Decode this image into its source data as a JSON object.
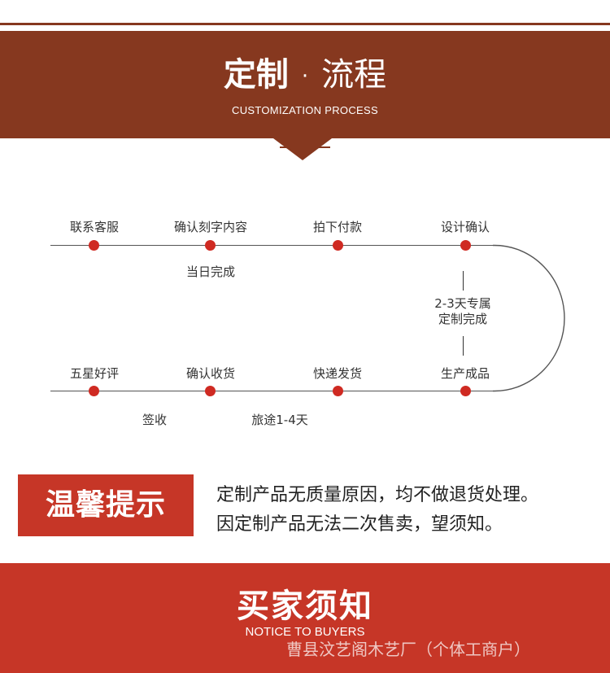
{
  "header": {
    "title_bold": "定制",
    "title_sep": "·",
    "title_light": "流程",
    "subtitle": "CUSTOMIZATION  PROCESS"
  },
  "flow": {
    "top_steps": [
      "联系客服",
      "确认刻字内容",
      "拍下付款",
      "设计确认"
    ],
    "bottom_steps": [
      "五星好评",
      "确认收货",
      "快递发货",
      "生产成品"
    ],
    "note_same_day": "当日完成",
    "note_custom_line1": "2-3天专属",
    "note_custom_line2": "定制完成",
    "note_sign": "签收",
    "note_transit": "旅途1-4天",
    "dot_color": "#cf2a22"
  },
  "notice": {
    "title": "温馨提示",
    "line1": "定制产品无质量原因，均不做退货处理。",
    "line2": "因定制产品无法二次售卖，望须知。"
  },
  "footer": {
    "title": "买家须知",
    "subtitle": "NOTICE TO BUYERS",
    "watermark": "曹县汶艺阁木艺厂（个体工商户）"
  },
  "colors": {
    "header_brown": "#86381f",
    "accent_red": "#c63627"
  }
}
